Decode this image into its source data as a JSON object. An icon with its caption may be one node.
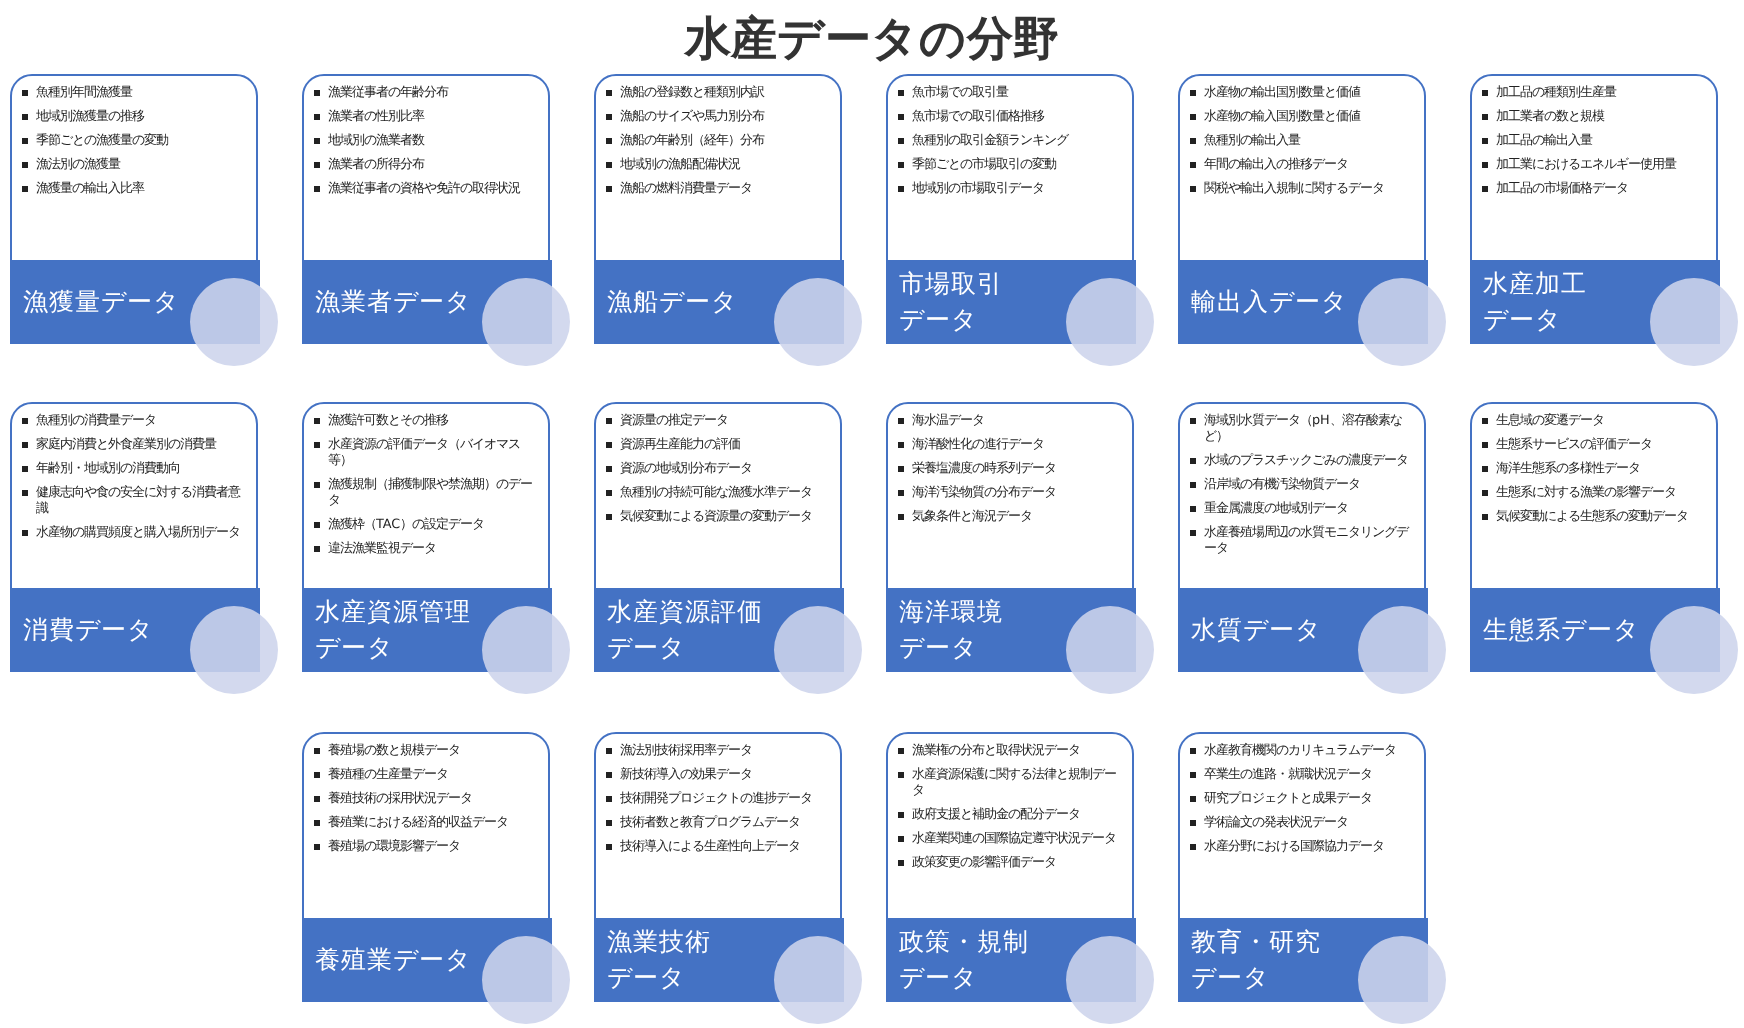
{
  "diagram": {
    "title": "水産データの分野",
    "nodes": [
      {
        "text": [
          "魚種別年間漁獲量",
          "地域別漁獲量の推移",
          "季節ごとの漁獲量の変動",
          "漁法別の漁獲量",
          "漁獲量の輸出入比率",
          "漁獲量データ"
        ]
      },
      {
        "text": [
          "漁業従事者の年齢分布",
          "漁業者の性別比率",
          "地域別の漁業者数",
          "漁業者の所得分布",
          "漁業従事者の資格や免許の取得状況",
          "漁業者データ"
        ]
      },
      {
        "text": [
          "漁船の登録数と種類別内訳",
          "漁船のサイズや馬力別分布",
          "漁船の年齢別（経年）分布",
          "地域別の漁船配備状況",
          "漁船の燃料消費量データ",
          "漁船データ"
        ]
      },
      {
        "text": [
          "魚市場での取引量",
          "魚市場での取引価格推移",
          "魚種別の取引金額ランキング",
          "季節ごとの市場取引の変動",
          "地域別の市場取引データ",
          "市場取引データ"
        ]
      },
      {
        "text": [
          "水産物の輸出国別数量と価値",
          "水産物の輸入国別数量と価値",
          "魚種別の輸出入量",
          "年間の輸出入の推移データ",
          "関税や輸出入規制に関するデータ",
          "輸出入データ"
        ]
      },
      {
        "text": [
          "加工品の種類別生産量",
          "加工業者の数と規模",
          "加工品の輸出入量",
          "加工業におけるエネルギー使用量",
          "加工品の市場価格データ",
          "水産加工データ"
        ]
      },
      {
        "text": [
          "魚種別の消費量データ",
          "家庭内消費と外食産業別の消費量",
          "年齢別・地域別の消費動向",
          "健康志向や食の安全に対する消費者意識",
          "水産物の購買頻度と購入場所別データ",
          "消費データ"
        ]
      },
      {
        "text": [
          "漁獲許可数とその推移",
          "水産資源の評価データ（バイオマス等）",
          "漁獲規制（捕獲制限や禁漁期）のデータ",
          "漁獲枠（TAC）の設定データ",
          "違法漁業監視データ",
          "水産資源管理データ"
        ]
      },
      {
        "text": [
          "資源量の推定データ",
          "資源再生産能力の評価",
          "資源の地域別分布データ",
          "魚種別の持続可能な漁獲水準データ",
          "気候変動による資源量の変動データ",
          "水産資源評価データ"
        ]
      },
      {
        "text": [
          "海水温データ",
          "海洋酸性化の進行データ",
          "栄養塩濃度の時系列データ",
          "海洋汚染物質の分布データ",
          "気象条件と海況データ",
          "海洋環境データ"
        ]
      },
      {
        "text": [
          "海域別水質データ（pH、溶存酸素など）",
          "水域のプラスチックごみの濃度データ",
          "沿岸域の有機汚染物質データ",
          "重金属濃度の地域別データ",
          "水産養殖場周辺の水質モニタリングデータ",
          "水質データ"
        ]
      },
      {
        "text": [
          "生息域の変遷データ",
          "生態系サービスの評価データ",
          "海洋生態系の多様性データ",
          "生態系に対する漁業の影響データ",
          "気候変動による生態系の変動データ",
          "生態系データ"
        ]
      },
      {
        "text": [
          "養殖場の数と規模データ",
          "養殖種の生産量データ",
          "養殖技術の採用状況データ",
          "養殖業における経済的収益データ",
          "養殖場の環境影響データ",
          "養殖業データ"
        ]
      },
      {
        "text": [
          "漁法別技術採用率データ",
          "新技術導入の効果データ",
          "技術開発プロジェクトの進捗データ",
          "技術者数と教育プログラムデータ",
          "技術導入による生産性向上データ",
          "漁業技術データ"
        ]
      },
      {
        "text": [
          "漁業権の分布と取得状況データ",
          "水産資源保護に関する法律と規制データ",
          "政府支援と補助金の配分データ",
          "水産業関連の国際協定遵守状況データ",
          "政策変更の影響評価データ",
          "政策・規制データ"
        ]
      },
      {
        "text": [
          "水産教育機関のカリキュラムデータ",
          "卒業生の進路・就職状況データ",
          "研究プロジェクトと成果データ",
          "学術論文の発表状況データ",
          "水産分野における国際協力データ",
          "教育・研究データ"
        ]
      }
    ]
  }
}
